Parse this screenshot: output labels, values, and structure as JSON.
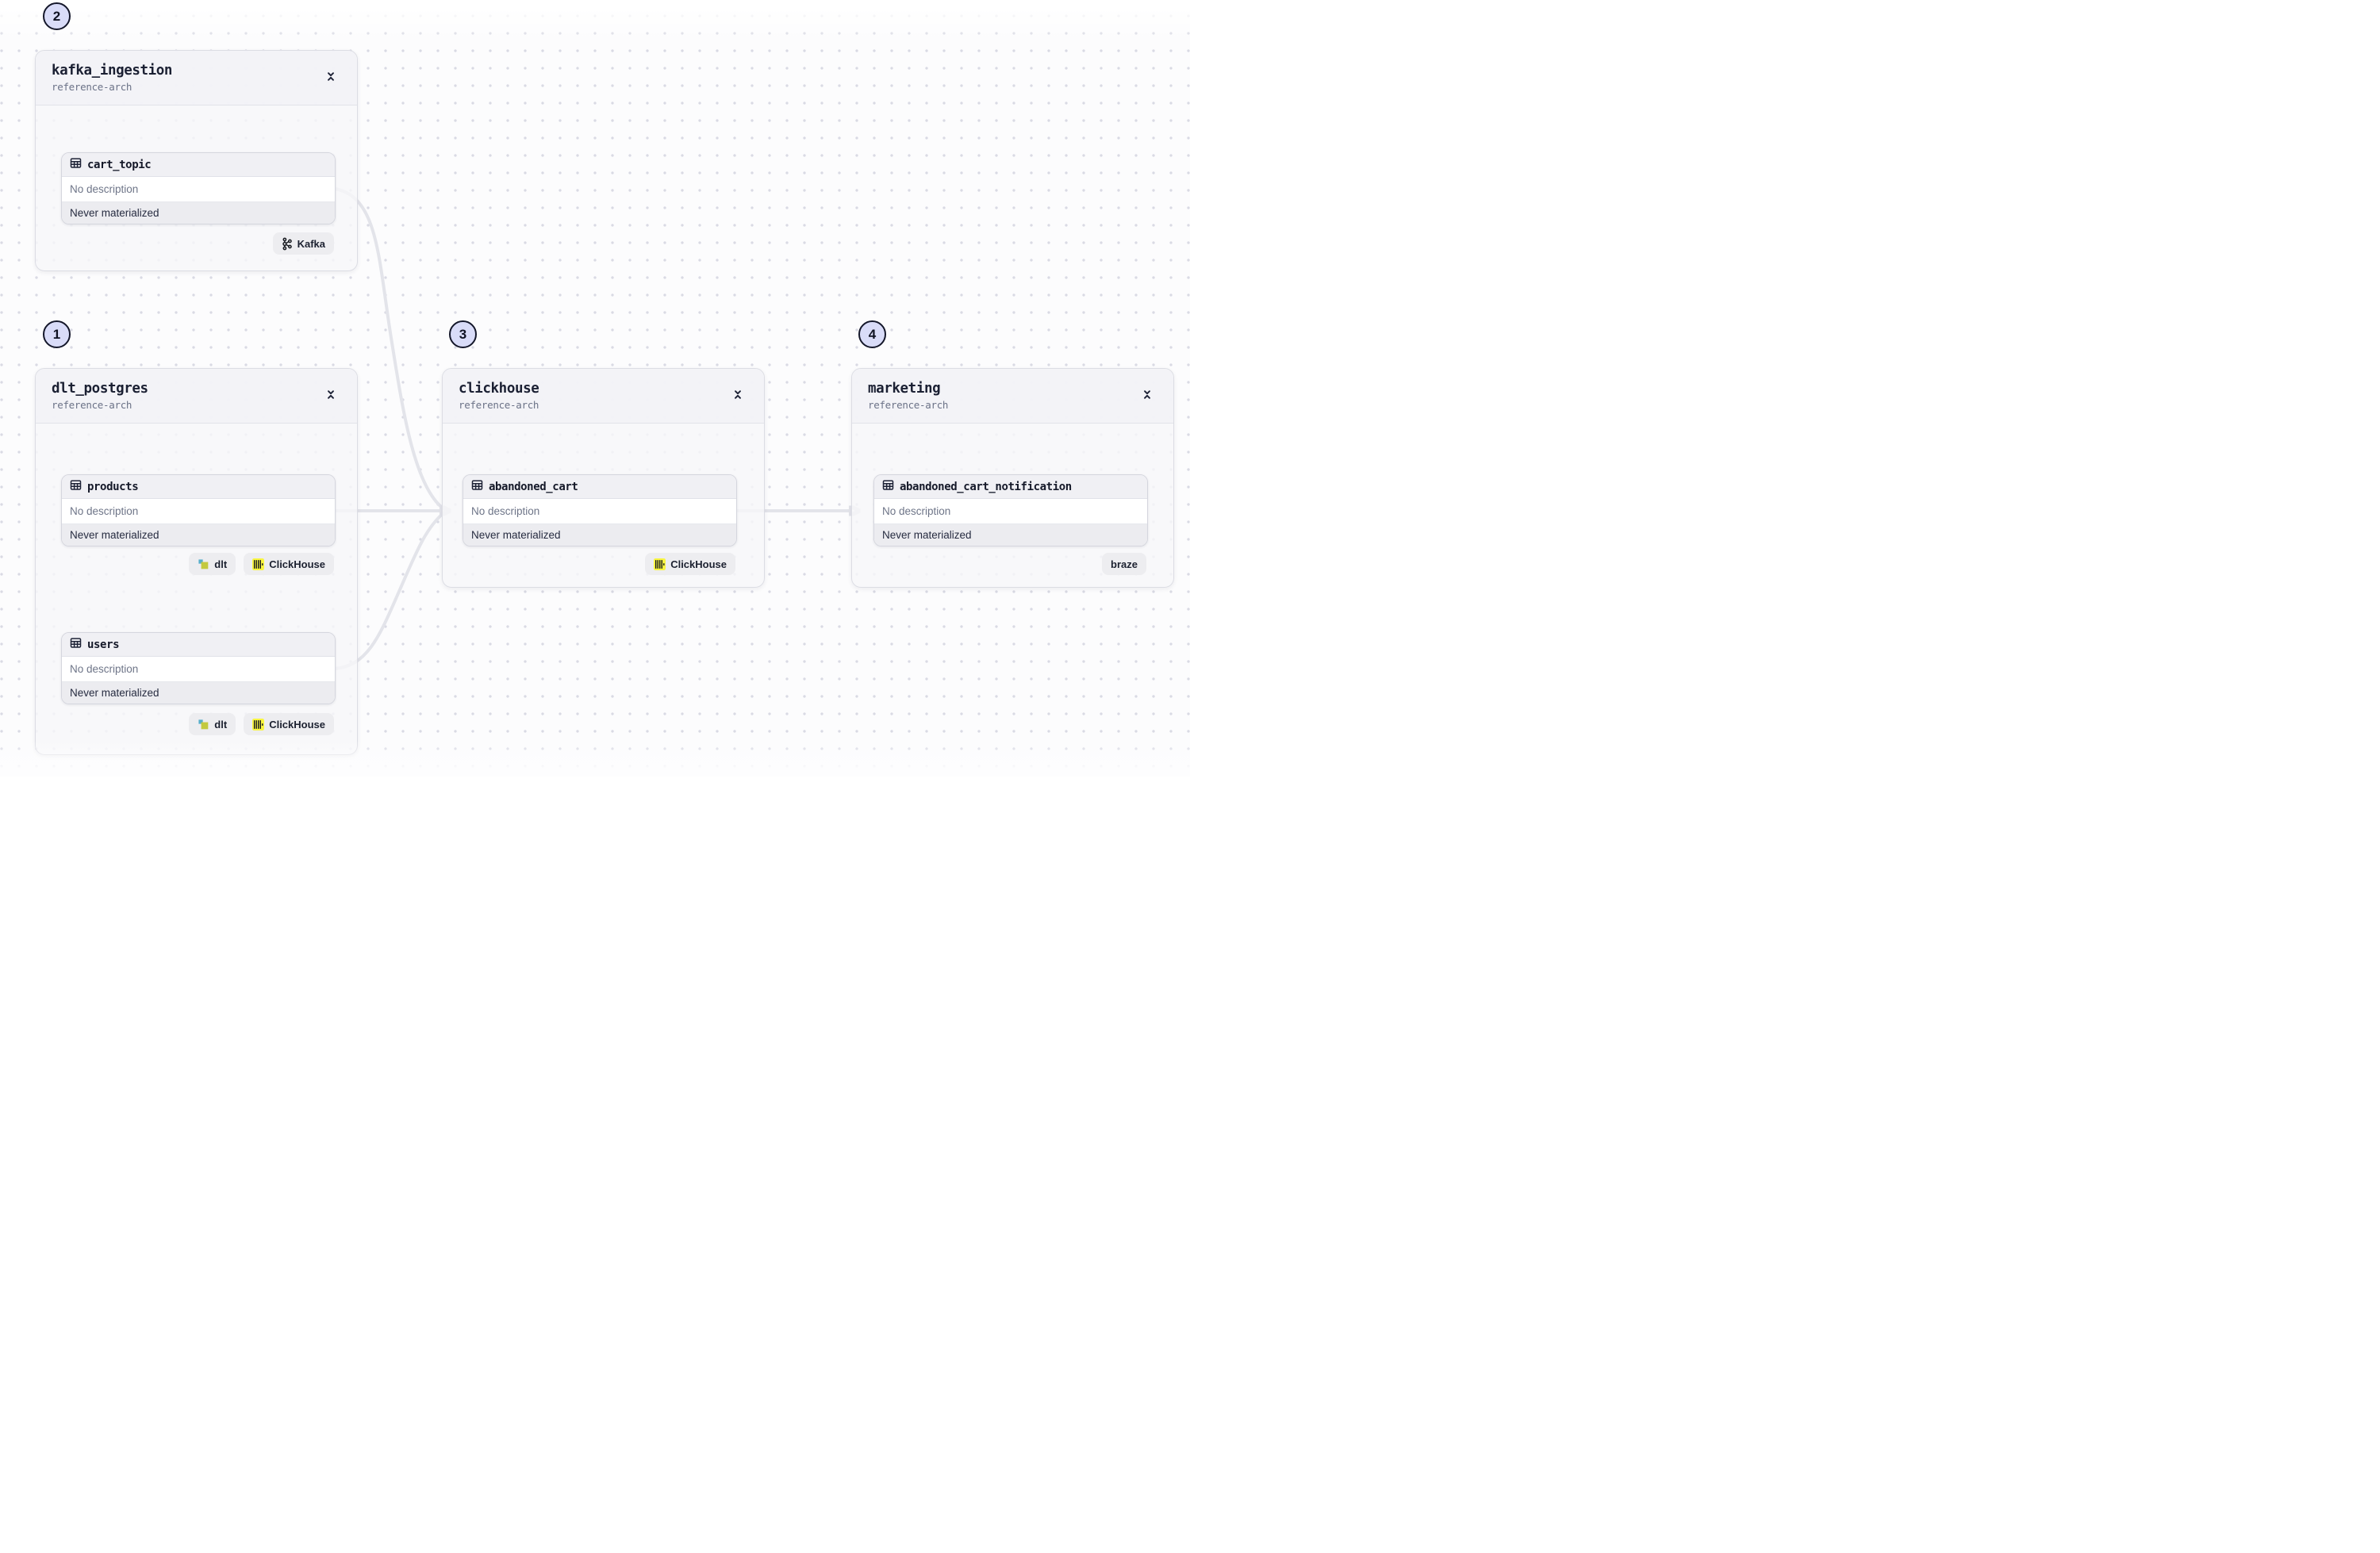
{
  "canvas": {
    "background": "#fcfcfd",
    "dot_color": "#d9dae4",
    "edge_color": "#e3e4ea",
    "annotation_circle_color": "#d9dcf8"
  },
  "annotations": [
    {
      "label": "1",
      "attached_to": "dlt_postgres"
    },
    {
      "label": "2",
      "attached_to": "kafka_ingestion"
    },
    {
      "label": "3",
      "attached_to": "clickhouse"
    },
    {
      "label": "4",
      "attached_to": "marketing"
    }
  ],
  "groups": [
    {
      "title": "kafka_ingestion",
      "subtitle": "reference-arch",
      "collapse_icon": "collapse-chevrons-icon",
      "assets": [
        {
          "name": "cart_topic",
          "icon": "table-icon",
          "description": "No description",
          "status": "Never materialized",
          "badges": [
            {
              "label": "Kafka",
              "icon": "kafka-icon"
            }
          ]
        }
      ]
    },
    {
      "title": "dlt_postgres",
      "subtitle": "reference-arch",
      "collapse_icon": "collapse-chevrons-icon",
      "assets": [
        {
          "name": "products",
          "icon": "table-icon",
          "description": "No description",
          "status": "Never materialized",
          "badges": [
            {
              "label": "dlt",
              "icon": "dlt-icon"
            },
            {
              "label": "ClickHouse",
              "icon": "clickhouse-icon"
            }
          ]
        },
        {
          "name": "users",
          "icon": "table-icon",
          "description": "No description",
          "status": "Never materialized",
          "badges": [
            {
              "label": "dlt",
              "icon": "dlt-icon"
            },
            {
              "label": "ClickHouse",
              "icon": "clickhouse-icon"
            }
          ]
        }
      ]
    },
    {
      "title": "clickhouse",
      "subtitle": "reference-arch",
      "collapse_icon": "collapse-chevrons-icon",
      "assets": [
        {
          "name": "abandoned_cart",
          "icon": "table-icon",
          "description": "No description",
          "status": "Never materialized",
          "badges": [
            {
              "label": "ClickHouse",
              "icon": "clickhouse-icon"
            }
          ]
        }
      ]
    },
    {
      "title": "marketing",
      "subtitle": "reference-arch",
      "collapse_icon": "collapse-chevrons-icon",
      "assets": [
        {
          "name": "abandoned_cart_notification",
          "icon": "table-icon",
          "description": "No description",
          "status": "Never materialized",
          "badges": [
            {
              "label": "braze",
              "icon": null
            }
          ]
        }
      ]
    }
  ],
  "edges": [
    {
      "from": "cart_topic",
      "to": "abandoned_cart"
    },
    {
      "from": "products",
      "to": "abandoned_cart"
    },
    {
      "from": "users",
      "to": "abandoned_cart"
    },
    {
      "from": "abandoned_cart",
      "to": "abandoned_cart_notification"
    }
  ]
}
